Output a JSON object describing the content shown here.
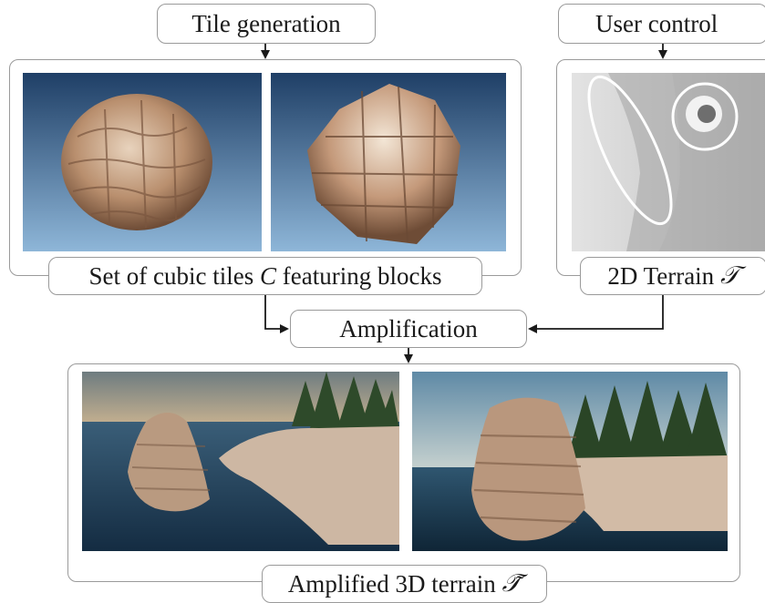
{
  "labels": {
    "tile_generation": "Tile generation",
    "user_control": "User control",
    "cubic_tiles_pre": "Set of cubic tiles ",
    "cubic_tiles_var": "C",
    "cubic_tiles_post": " featuring blocks",
    "terrain_2d_pre": "2D Terrain ",
    "terrain_2d_var": "𝒯",
    "amplification": "Amplification",
    "amplified_pre": "Amplified 3D terrain ",
    "amplified_var": "𝒯̃"
  },
  "colors": {
    "border": "#9a9a9a",
    "sky_top": "#1f3f66",
    "sky_bottom": "#8eb6d8",
    "rock": "#c9a98c",
    "sea": "#1e3a52",
    "heightmap": "#cfcfcf",
    "outline": "#ffffff"
  }
}
